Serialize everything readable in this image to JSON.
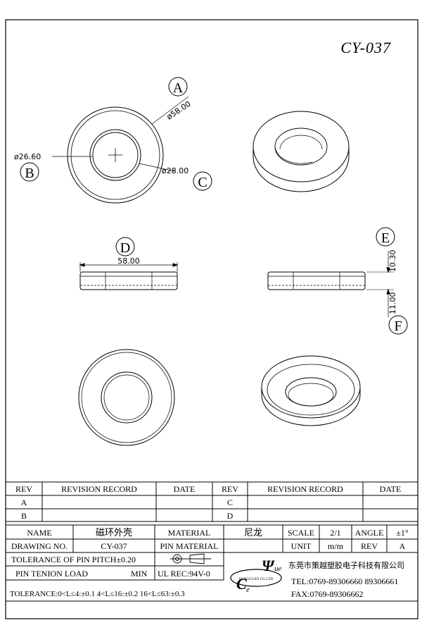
{
  "part_number": "CY-037",
  "callouts": {
    "A": "A",
    "B": "B",
    "C": "C",
    "D": "D",
    "E": "E",
    "F": "F"
  },
  "dims": {
    "outer_dia": "ø58.00",
    "inner_dia": "ø26.60",
    "mid_dia": "ø28.00",
    "width": "58.00",
    "height_top": "10.30",
    "height_total": "11.00"
  },
  "revision_table": {
    "headers": [
      "REV",
      "REVISION RECORD",
      "DATE",
      "REV",
      "REVISION RECORD",
      "DATE"
    ],
    "rows": [
      [
        "A",
        "",
        "",
        "C",
        "",
        ""
      ],
      [
        "B",
        "",
        "",
        "D",
        "",
        ""
      ]
    ]
  },
  "title_block": {
    "name_label": "NAME",
    "name_value": "磁环外壳",
    "material_label": "MATERIAL",
    "material_value": "尼龙",
    "scale_label": "SCALE",
    "scale_value": "2/1",
    "angle_label": "ANGLE",
    "angle_value": "±1°",
    "drawing_no_label": "DRAWING NO.",
    "drawing_no_value": "CY-037",
    "pin_material_label": "PIN MATERIAL",
    "unit_label": "UNIT",
    "unit_value": "m/m",
    "rev_label": "REV",
    "rev_value": "A",
    "tol_pitch": "TOLERANCE OF PIN PITCH±0.20",
    "pin_tension": "PIN TENION LOAD",
    "pin_min": "MIN",
    "ul_rec": "UL REC:94V-0",
    "tolerance_line": "TOLERANCE:0<L≤4:±0.1  4<L≤16:±0.2  16<L≤63:±0.3",
    "company": "东莞市策越塑胶电子科技有限公司",
    "tel": "TEL:0769-89306660 89306661",
    "fax": "FAX:0769-89306662",
    "logo_text": "Ce Yue",
    "logo_small": "DONGGUAN CO.,LTD"
  }
}
